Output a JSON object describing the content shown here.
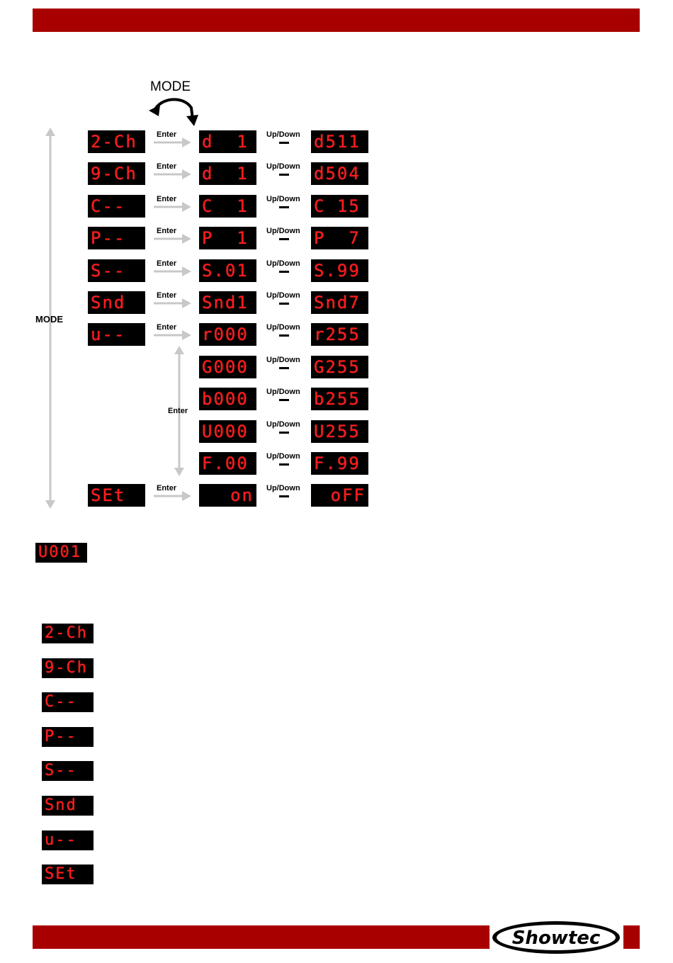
{
  "diagram": {
    "mode_top": "MODE",
    "mode_side": "MODE",
    "enter_vertical": "Enter",
    "enter_label": "Enter",
    "updown_up": "Up/",
    "updown_down": "Down",
    "rows": [
      {
        "menu": "2-Ch",
        "first": "d  1",
        "last": "d511",
        "enter": true
      },
      {
        "menu": "9-Ch",
        "first": "d  1",
        "last": "d504",
        "enter": true
      },
      {
        "menu": "C--",
        "first": "C  1",
        "last": "C 15",
        "enter": true
      },
      {
        "menu": "P--",
        "first": "P  1",
        "last": "P  7",
        "enter": true
      },
      {
        "menu": "S--",
        "first": "S.01",
        "last": "S.99",
        "enter": true
      },
      {
        "menu": "Snd",
        "first": "Snd1",
        "last": "Snd7",
        "enter": true
      },
      {
        "menu": "u--",
        "first": "r000",
        "last": "r255",
        "enter": true
      },
      {
        "menu": "",
        "first": "G000",
        "last": "G255",
        "enter": false
      },
      {
        "menu": "",
        "first": "b000",
        "last": "b255",
        "enter": false
      },
      {
        "menu": "",
        "first": "U000",
        "last": "U255",
        "enter": false
      },
      {
        "menu": "",
        "first": "F.00",
        "last": "F.99",
        "enter": false
      },
      {
        "menu": "SEt",
        "first": "on",
        "last": "oFF",
        "enter": true
      }
    ]
  },
  "standalone_display": "U001",
  "legend_displays": [
    "2-Ch",
    "9-Ch",
    "C--",
    "P--",
    "S--",
    "Snd",
    "u--",
    "SEt"
  ],
  "footer": {
    "logo_text": "Showtec"
  },
  "colors": {
    "brand_red": "#a80000",
    "lcd_red": "#ff1a1a",
    "arrow_gray": "#c8c8c8"
  }
}
